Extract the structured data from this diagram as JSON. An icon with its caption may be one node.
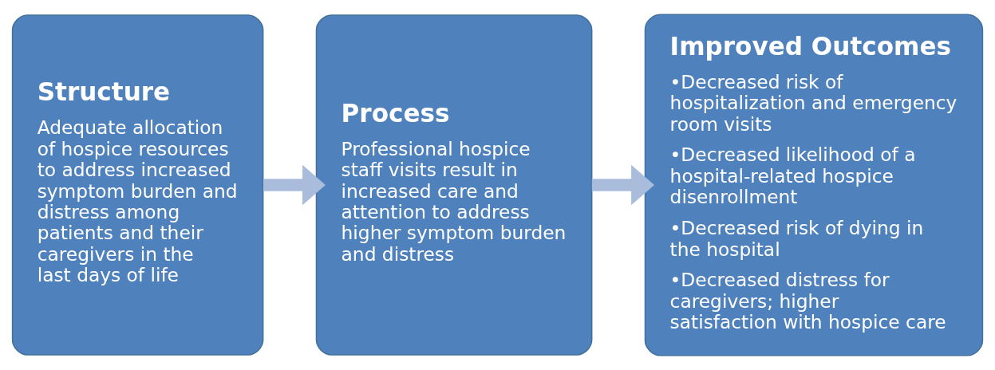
{
  "diagram": {
    "nodes": [
      {
        "text": [
          "Structure",
          "Adequate allocation of hospice resources to address increased symptom burden and distress among patients and their caregivers in the last days of life"
        ]
      },
      {
        "text": [
          "Process",
          "Professional hospice staff visits result in increased care and attention to address higher symptom burden and distress"
        ]
      },
      {
        "text": [
          "Improved Outcomes",
          "•Decreased risk of hospitalization and emergency room visits",
          "•Decreased likelihood of a hospital-related hospice disenrollment",
          "•Decreased risk of dying in the hospital",
          "•Decreased distress for caregivers; higher satisfaction with hospice care"
        ]
      }
    ],
    "edges": [
      {
        "from": 0,
        "to": 1,
        "arrow": "to",
        "color": "#a9bcdb"
      },
      {
        "from": 1,
        "to": 2,
        "arrow": "to",
        "color": "#a9bcdb"
      }
    ]
  }
}
